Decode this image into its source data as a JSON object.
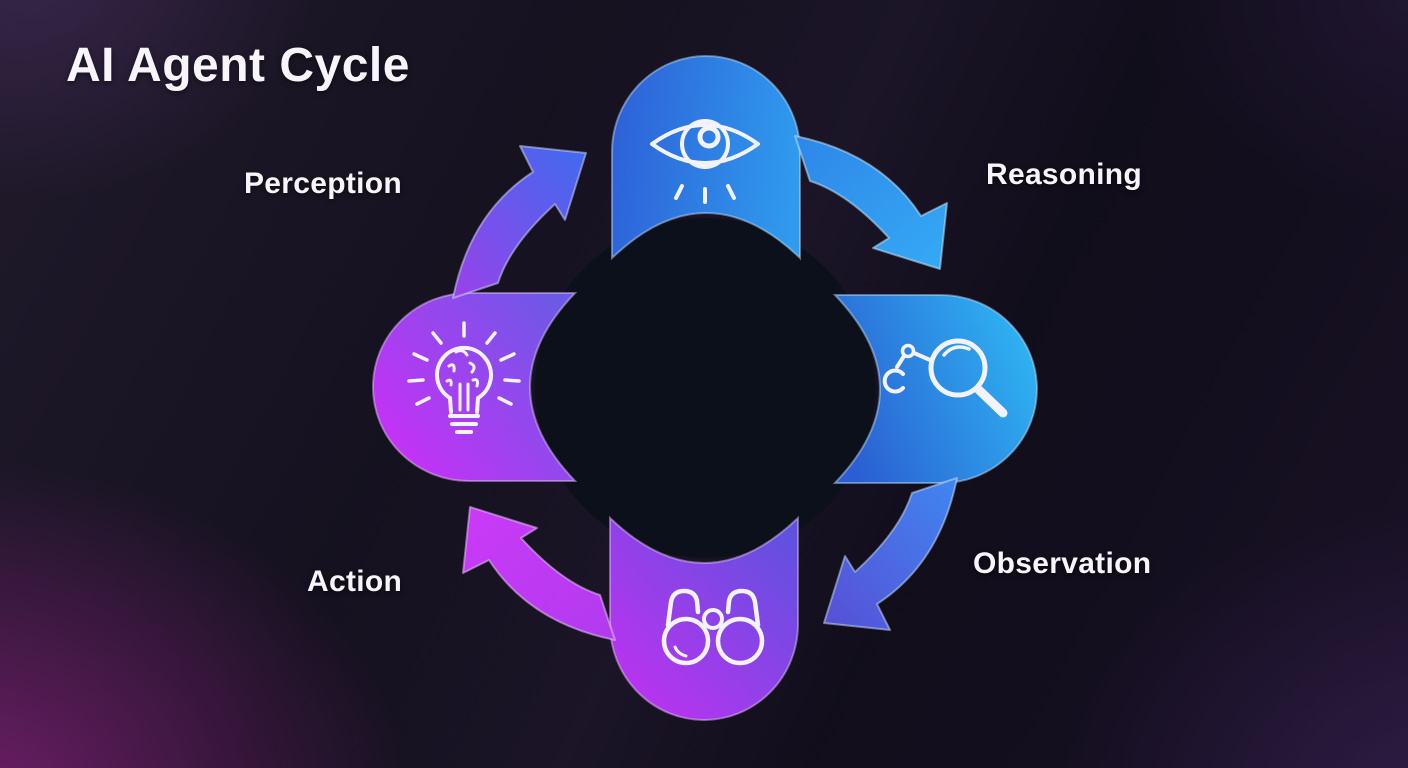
{
  "title": "AI Agent Cycle",
  "diagram": {
    "type": "cycle",
    "direction": "clockwise",
    "stages": [
      {
        "label": "Perception",
        "icon": "eye-icon",
        "petal_position": "top",
        "label_position": "top-left",
        "gradient": [
          "#2e62d8",
          "#2f9bee"
        ]
      },
      {
        "label": "Reasoning",
        "icon": "robot-arm-magnifier-icon",
        "petal_position": "right",
        "label_position": "top-right",
        "gradient": [
          "#2b5ed2",
          "#2eb4f2"
        ]
      },
      {
        "label": "Observation",
        "icon": "binoculars-icon",
        "petal_position": "bottom",
        "label_position": "bottom-right",
        "gradient": [
          "#c62ff2",
          "#5a53de"
        ]
      },
      {
        "label": "Action",
        "icon": "lightbulb-brain-icon",
        "petal_position": "left",
        "label_position": "bottom-left",
        "gradient": [
          "#cb2ff7",
          "#6c59e6"
        ]
      }
    ],
    "arrows": [
      {
        "name": "arrow-top-left",
        "from": "Action (left petal)",
        "to": "Perception (top petal)",
        "colors": [
          "#9a41ea",
          "#3e6bee"
        ]
      },
      {
        "name": "arrow-top-right",
        "from": "Perception (top petal)",
        "to": "Reasoning (right petal)",
        "colors": [
          "#2e86e8",
          "#35aaf4"
        ]
      },
      {
        "name": "arrow-bottom-right",
        "from": "Reasoning (right petal)",
        "to": "Observation (bottom petal)",
        "colors": [
          "#3f87f0",
          "#584ed6"
        ]
      },
      {
        "name": "arrow-bottom-left",
        "from": "Observation (bottom petal)",
        "to": "Action (left petal)",
        "colors": [
          "#b13bee",
          "#cb3af7"
        ]
      }
    ],
    "colors": {
      "background_base": "#12101c",
      "background_glow_bottom_left": "#85207a",
      "center_circle": "#0c101b",
      "icon_stroke": "#f2f3ff",
      "text": "#f7f5fa"
    }
  }
}
